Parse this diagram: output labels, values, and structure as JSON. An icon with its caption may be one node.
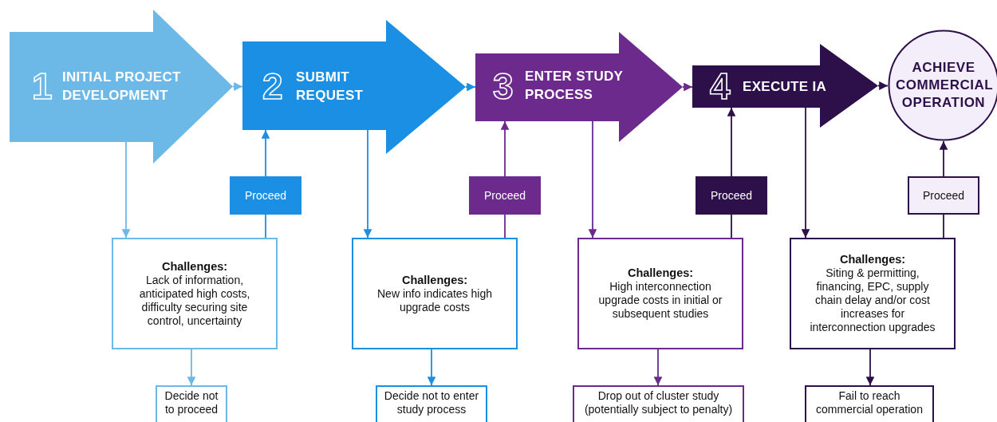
{
  "diagram": {
    "nodes": [
      {
        "text": [
          "1",
          "INITIAL PROJECT DEVELOPMENT"
        ]
      },
      {
        "text": [
          "2",
          "SUBMIT REQUEST"
        ]
      },
      {
        "text": [
          "3",
          "ENTER STUDY PROCESS"
        ]
      },
      {
        "text": [
          "4",
          "EXECUTE IA"
        ]
      },
      {
        "text": [
          "ACHIEVE COMMERCIAL OPERATION"
        ]
      },
      {
        "text": [
          "Proceed"
        ]
      },
      {
        "text": [
          "Challenges:",
          "Lack of information, anticipated high costs, difficulty securing site control, uncertainty"
        ]
      },
      {
        "text": [
          "Decide not to proceed"
        ]
      },
      {
        "text": [
          "Proceed"
        ]
      },
      {
        "text": [
          "Challenges:",
          "New info indicates high upgrade costs"
        ]
      },
      {
        "text": [
          "Decide not to enter study process"
        ]
      },
      {
        "text": [
          "Proceed"
        ]
      },
      {
        "text": [
          "Challenges:",
          "High interconnection upgrade costs in initial or subsequent studies"
        ]
      },
      {
        "text": [
          "Drop out of cluster study (potentially subject to penalty)"
        ]
      },
      {
        "text": [
          "Proceed"
        ]
      },
      {
        "text": [
          "Challenges:",
          "Siting & permitting, financing, EPC, supply chain delay and/or cost increases for interconnection upgrades"
        ]
      },
      {
        "text": [
          "Fail to reach commercial operation"
        ]
      }
    ],
    "edges": [
      {
        "from": 0,
        "to": 1,
        "arrow": "to",
        "color": "#6cb8e6"
      },
      {
        "from": 1,
        "to": 2,
        "arrow": "to",
        "color": "#1a8fe3"
      },
      {
        "from": 2,
        "to": 3,
        "arrow": "to",
        "color": "#6b2a8c"
      },
      {
        "from": 3,
        "to": 4,
        "arrow": "to",
        "color": "#2d0f4a"
      },
      {
        "from": 0,
        "to": 6,
        "arrow": "to",
        "color": "#6cb8e6"
      },
      {
        "from": 6,
        "to": 5,
        "arrow": "none",
        "color": "#1a8fe3"
      },
      {
        "from": 5,
        "to": 1,
        "arrow": "to",
        "color": "#1a8fe3"
      },
      {
        "from": 6,
        "to": 7,
        "arrow": "to",
        "color": "#6cb8e6"
      },
      {
        "from": 1,
        "to": 9,
        "arrow": "to",
        "color": "#1a8fe3"
      },
      {
        "from": 9,
        "to": 8,
        "arrow": "none",
        "color": "#6b2a8c"
      },
      {
        "from": 8,
        "to": 2,
        "arrow": "to",
        "color": "#6b2a8c"
      },
      {
        "from": 9,
        "to": 10,
        "arrow": "to",
        "color": "#1a8fe3"
      },
      {
        "from": 2,
        "to": 12,
        "arrow": "to",
        "color": "#6b2a8c"
      },
      {
        "from": 12,
        "to": 11,
        "arrow": "none",
        "color": "#2d0f4a"
      },
      {
        "from": 11,
        "to": 3,
        "arrow": "to",
        "color": "#2d0f4a"
      },
      {
        "from": 12,
        "to": 13,
        "arrow": "to",
        "color": "#6b2a8c"
      },
      {
        "from": 3,
        "to": 15,
        "arrow": "to",
        "color": "#2d0f4a"
      },
      {
        "from": 15,
        "to": 14,
        "arrow": "none",
        "color": "#2d0f4a"
      },
      {
        "from": 14,
        "to": 4,
        "arrow": "to",
        "color": "#2d0f4a"
      },
      {
        "from": 15,
        "to": 16,
        "arrow": "to",
        "color": "#2d0f4a"
      }
    ]
  }
}
